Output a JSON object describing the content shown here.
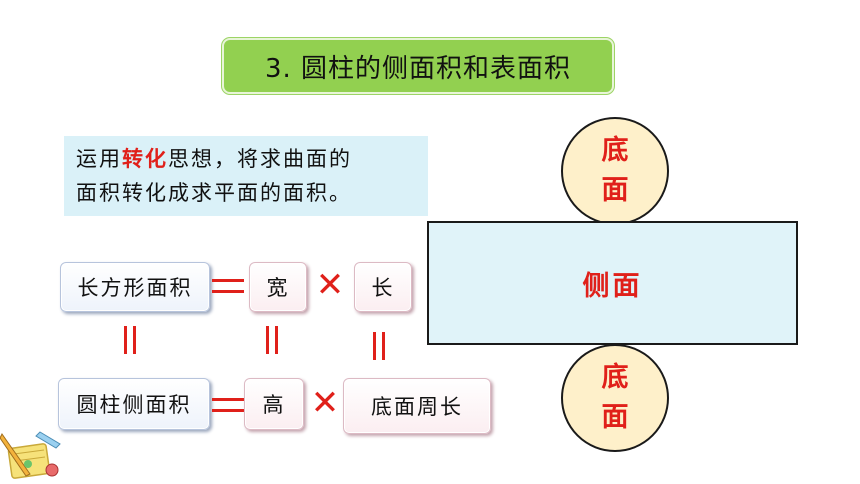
{
  "title": "3. 圆柱的侧面积和表面积",
  "note": {
    "line1_prefix": "运用",
    "line1_highlight": "转化",
    "line1_suffix": "思想，将求曲面的",
    "line2": "面积转化成求平面的面积。"
  },
  "formula": {
    "row1": {
      "lhs": "长方形面积",
      "a": "宽",
      "b": "长"
    },
    "row2": {
      "lhs": "圆柱侧面积",
      "a": "高",
      "b": "底面周长"
    },
    "times_symbol": "✕"
  },
  "net": {
    "top_circle": [
      "底",
      "面"
    ],
    "side": "侧面",
    "bottom_circle": [
      "底",
      "面"
    ]
  },
  "colors": {
    "accent_red": "#e0201a",
    "title_green": "#92d050",
    "note_bg": "#daf1f8",
    "circle_fill": "#fef0ca"
  }
}
